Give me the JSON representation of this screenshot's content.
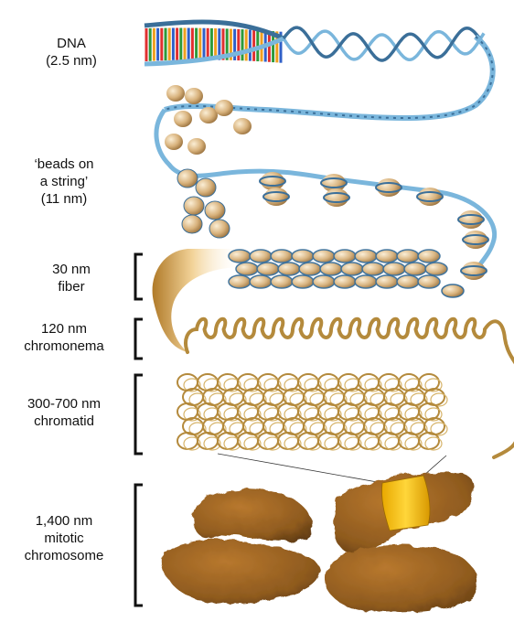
{
  "labels": [
    {
      "line1": "DNA",
      "line2": "(2.5 nm)",
      "line3": ""
    },
    {
      "line1": "‘beads on",
      "line2": "a string’",
      "line3": "(11 nm)"
    },
    {
      "line1": "30 nm",
      "line2": "fiber",
      "line3": ""
    },
    {
      "line1": "120 nm",
      "line2": "chromonema",
      "line3": ""
    },
    {
      "line1": "300-700 nm",
      "line2": "chromatid",
      "line3": ""
    },
    {
      "line1": "1,400 nm",
      "line2": "mitotic",
      "line3": "chromosome"
    }
  ],
  "colors": {
    "helix": "#7ab6dc",
    "helix_dark": "#3b6f99",
    "bead": "#d9b98a",
    "fiber": "#e3bf7a",
    "coil": "#b48a3c",
    "chromosome": "#8e5a1e",
    "highlight": "#f5c200",
    "base_pairs": [
      "#e03030",
      "#2e9a3a",
      "#f0a020",
      "#3060c8"
    ]
  }
}
